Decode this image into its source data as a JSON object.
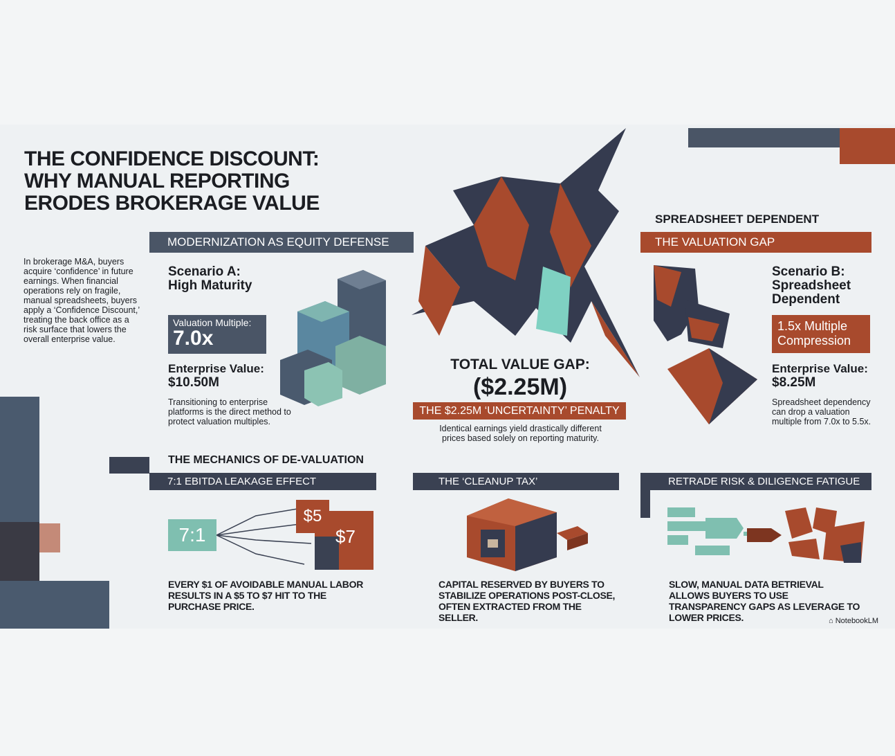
{
  "title": [
    "THE CONFIDENCE DISCOUNT:",
    "WHY MANUAL REPORTING",
    "ERODES BROKERAGE VALUE"
  ],
  "intro": "In brokerage M&A, buyers acquire ‘confidence’ in future earnings. When financial operations rely on fragile, manual spreadsheets, buyers apply a ‘Confidence Discount,’ treating the back office as a risk surface that lowers the overall enterprise value.",
  "scenario_a": {
    "banner": "MODERNIZATION AS EQUITY DEFENSE",
    "heading": [
      "Scenario A:",
      "High Maturity"
    ],
    "multiple_label": "Valuation Multiple:",
    "multiple_value": "7.0x",
    "ev_label": "Enterprise Value:",
    "ev_value": "$10.50M",
    "note": "Transitioning to enterprise platforms is the direct method to protect valuation multiples."
  },
  "center": {
    "gap_label": "TOTAL VALUE GAP:",
    "gap_value": "($2.25M)",
    "penalty": "THE $2.25M ‘UNCERTAINTY’ PENALTY",
    "note": "Identical earnings yield drastically different prices based solely on reporting maturity."
  },
  "scenario_b": {
    "top_label": "SPREADSHEET DEPENDENT",
    "banner": "THE VALUATION GAP",
    "heading": [
      "Scenario B:",
      "Spreadsheet",
      "Dependent"
    ],
    "compression": [
      "1.5x Multiple",
      "Compression"
    ],
    "ev_label": "Enterprise Value:",
    "ev_value": "$8.25M",
    "note": "Spreadsheet dependency can drop a valuation multiple from 7.0x to 5.5x."
  },
  "mechanics": {
    "heading": "THE MECHANICS OF DE-VALUATION",
    "cards": [
      {
        "banner": "7:1 EBITDA LEAKAGE EFFECT",
        "text": "EVERY $1 OF AVOIDABLE MANUAL LABOR RESULTS IN A $5 TO $7 HIT TO THE PURCHASE PRICE.",
        "ratio": "7:1",
        "low": "$5",
        "high": "$7"
      },
      {
        "banner": "THE ‘CLEANUP TAX’",
        "text": "CAPITAL RESERVED BY BUYERS TO STABILIZE OPERATIONS POST-CLOSE, OFTEN EXTRACTED FROM THE SELLER."
      },
      {
        "banner": "RETRADE RISK & DILIGENCE FATIGUE",
        "text": "SLOW, MANUAL DATA BETRIEVAL ALLOWS BUYERS TO USE TRANSPARENCY GAPS AS LEVERAGE TO LOWER PRICES."
      }
    ]
  },
  "brand": "NotebookLM",
  "colors": {
    "navy": "#3a4152",
    "rust": "#a84a2d",
    "teal": "#7fbfb0",
    "slate": "#4a5a6e"
  }
}
